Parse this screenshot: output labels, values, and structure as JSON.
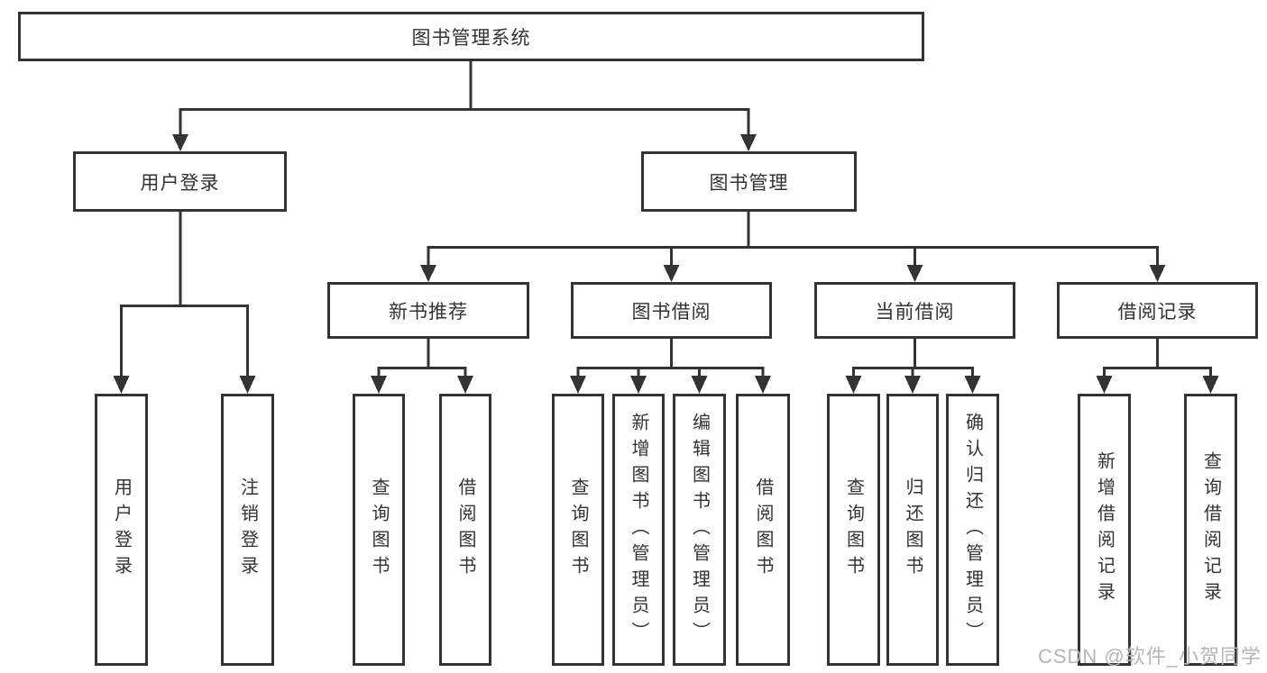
{
  "diagram": {
    "root": {
      "label": "图书管理系统"
    },
    "level2": {
      "user_login": {
        "label": "用户登录"
      },
      "book_management": {
        "label": "图书管理"
      }
    },
    "level3": {
      "new_book_recommendation": {
        "label": "新书推荐"
      },
      "book_borrowing": {
        "label": "图书借阅"
      },
      "current_borrowing": {
        "label": "当前借阅"
      },
      "borrowing_records": {
        "label": "借阅记录"
      }
    },
    "leaves": {
      "user_login": [
        "用户登录",
        "注销登录"
      ],
      "new_book_recommendation": [
        "查询图书",
        "借阅图书"
      ],
      "book_borrowing": [
        "查询图书",
        "新增图书（管理员）",
        "编辑图书（管理员）",
        "借阅图书"
      ],
      "current_borrowing": [
        "查询图书",
        "归还图书",
        "确认归还（管理员）"
      ],
      "borrowing_records": [
        "新增借阅记录",
        "查询借阅记录"
      ]
    }
  },
  "watermark": {
    "text": "CSDN @软件_小贺同学"
  },
  "colors": {
    "line": "#333333",
    "text": "#333333",
    "watermark": "#b6b6b6",
    "background": "#ffffff"
  }
}
